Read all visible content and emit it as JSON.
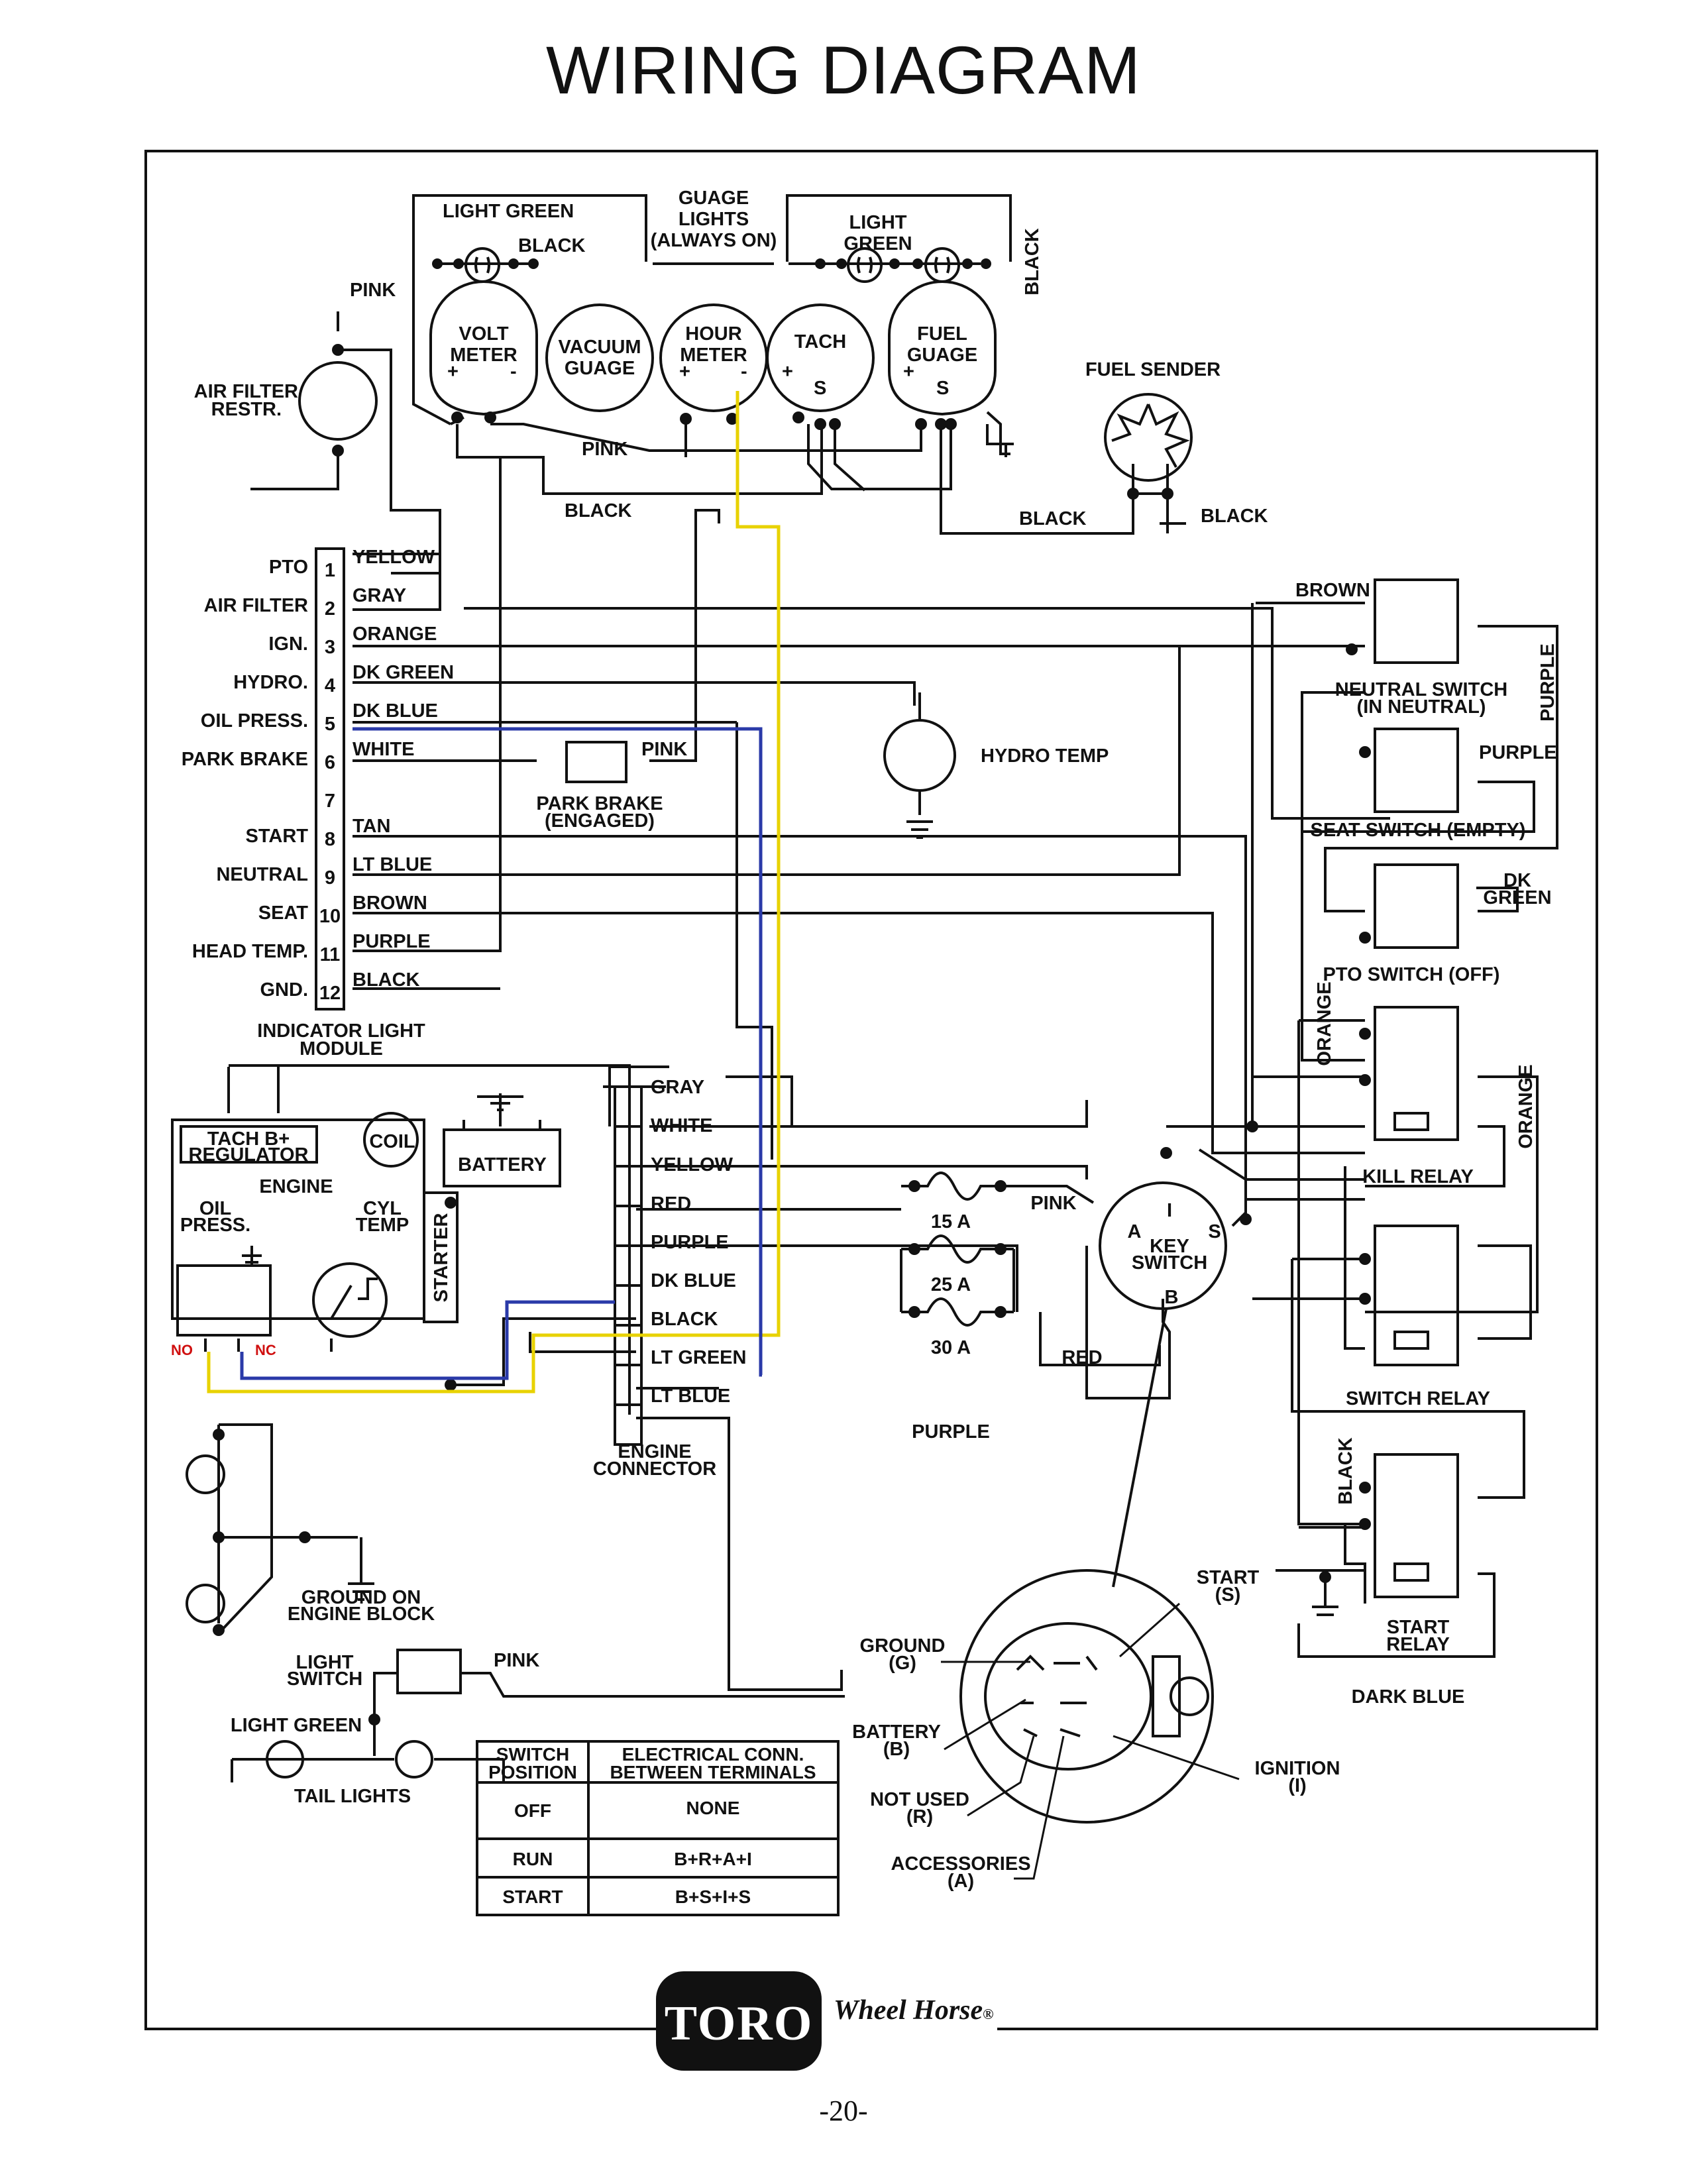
{
  "title": "WIRING DIAGRAM",
  "page_number": "-20-",
  "brand": {
    "logo": "TORO",
    "sub_brand": "Wheel Horse",
    "registered": "®"
  },
  "gauges": {
    "volt": [
      "VOLT",
      "METER"
    ],
    "vacuum": [
      "VACUUM",
      "GUAGE"
    ],
    "hour": [
      "HOUR",
      "METER"
    ],
    "tach": "TACH",
    "fuel": [
      "FUEL",
      "GUAGE"
    ],
    "plus": "+",
    "minus": "-",
    "s": "S"
  },
  "wire_labels": {
    "light_green_top": "LIGHT GREEN",
    "black_top": "BLACK",
    "guage_lights": [
      "GUAGE",
      "LIGHTS",
      "(ALWAYS ON)"
    ],
    "light_green_right": [
      "LIGHT",
      "GREEN"
    ],
    "black_vertical": "BLACK",
    "pink_top": "PINK",
    "pink_mid": "PINK",
    "black_mid": "BLACK",
    "black_fuel_left": "BLACK",
    "black_fuel_right": "BLACK",
    "pink_park": "PINK",
    "pink_key": "PINK",
    "red_key": "RED",
    "purple_fuse": "PURPLE",
    "brown": "BROWN",
    "purple_right": "PURPLE",
    "purple_seat": "PURPLE",
    "dk_green": [
      "DK",
      "GREEN"
    ],
    "orange_left": "ORANGE",
    "orange_right": "ORANGE",
    "black_start": "BLACK",
    "dark_blue": "DARK BLUE",
    "pink_light": "PINK",
    "light_green_tail": "LIGHT GREEN"
  },
  "components": {
    "air_filter": [
      "AIR FILTER",
      "RESTR."
    ],
    "fuel_sender": "FUEL SENDER",
    "hydro_temp": "HYDRO TEMP",
    "park_brake": [
      "PARK BRAKE",
      "(ENGAGED)"
    ],
    "neutral_switch": [
      "NEUTRAL SWITCH",
      "(IN NEUTRAL)"
    ],
    "seat_switch": "SEAT SWITCH (EMPTY)",
    "pto_switch": "PTO SWITCH (OFF)",
    "kill_relay": "KILL RELAY",
    "switch_relay": "SWITCH RELAY",
    "start_relay": [
      "START",
      "RELAY"
    ],
    "key_switch": [
      "KEY",
      "SWITCH"
    ],
    "key_terminals": {
      "i": "I",
      "a": "A",
      "s": "S",
      "b": "B"
    },
    "fuses": [
      "15 A",
      "25 A",
      "30 A"
    ],
    "tach_reg": [
      "TACH  B+",
      "REGULATOR"
    ],
    "coil": "COIL",
    "battery": "BATTERY",
    "engine": "ENGINE",
    "oil_press": [
      "OIL",
      "PRESS."
    ],
    "cyl_temp": [
      "CYL",
      "TEMP"
    ],
    "starter": "STARTER",
    "no": "NO",
    "nc": "NC",
    "engine_connector": [
      "ENGINE",
      "CONNECTOR"
    ],
    "ground_block": [
      "GROUND ON",
      "ENGINE BLOCK"
    ],
    "light_switch": [
      "LIGHT",
      "SWITCH"
    ],
    "tail_lights": "TAIL LIGHTS",
    "indicator_module": [
      "INDICATOR LIGHT",
      "MODULE"
    ]
  },
  "indicator_module": [
    {
      "label": "PTO",
      "pin": "1",
      "wire": "YELLOW"
    },
    {
      "label": "AIR FILTER",
      "pin": "2",
      "wire": "GRAY"
    },
    {
      "label": "IGN.",
      "pin": "3",
      "wire": "ORANGE"
    },
    {
      "label": "HYDRO.",
      "pin": "4",
      "wire": "DK GREEN"
    },
    {
      "label": "OIL PRESS.",
      "pin": "5",
      "wire": "DK BLUE"
    },
    {
      "label": "PARK  BRAKE",
      "pin": "6",
      "wire": "WHITE"
    },
    {
      "label": "",
      "pin": "7",
      "wire": ""
    },
    {
      "label": "START",
      "pin": "8",
      "wire": "TAN"
    },
    {
      "label": "NEUTRAL",
      "pin": "9",
      "wire": "LT BLUE"
    },
    {
      "label": "SEAT",
      "pin": "10",
      "wire": "BROWN"
    },
    {
      "label": "HEAD TEMP.",
      "pin": "11",
      "wire": "PURPLE"
    },
    {
      "label": "GND.",
      "pin": "12",
      "wire": "BLACK"
    }
  ],
  "engine_connector_wires": [
    "GRAY",
    "WHITE",
    "YELLOW",
    "RED",
    "PURPLE",
    "DK BLUE",
    "BLACK",
    "LT GREEN",
    "LT BLUE"
  ],
  "key_callouts": {
    "start": [
      "START",
      "(S)"
    ],
    "ground": [
      "GROUND",
      "(G)"
    ],
    "battery": [
      "BATTERY",
      "(B)"
    ],
    "not_used": [
      "NOT USED",
      "(R)"
    ],
    "accessories": [
      "ACCESSORIES",
      "(A)"
    ],
    "ignition": [
      "IGNITION",
      "(I)"
    ]
  },
  "switch_table": {
    "headers": [
      [
        "SWITCH",
        "POSITION"
      ],
      [
        "ELECTRICAL CONN.",
        "BETWEEN TERMINALS"
      ]
    ],
    "rows": [
      {
        "position": "OFF",
        "terminals": "NONE"
      },
      {
        "position": "RUN",
        "terminals": "B+R+A+I"
      },
      {
        "position": "START",
        "terminals": "B+S+I+S"
      }
    ]
  },
  "colors": {
    "yellow_wire": "#e8d200",
    "blue_wire": "#2a3aa8",
    "annotation_red": "#d01010"
  }
}
